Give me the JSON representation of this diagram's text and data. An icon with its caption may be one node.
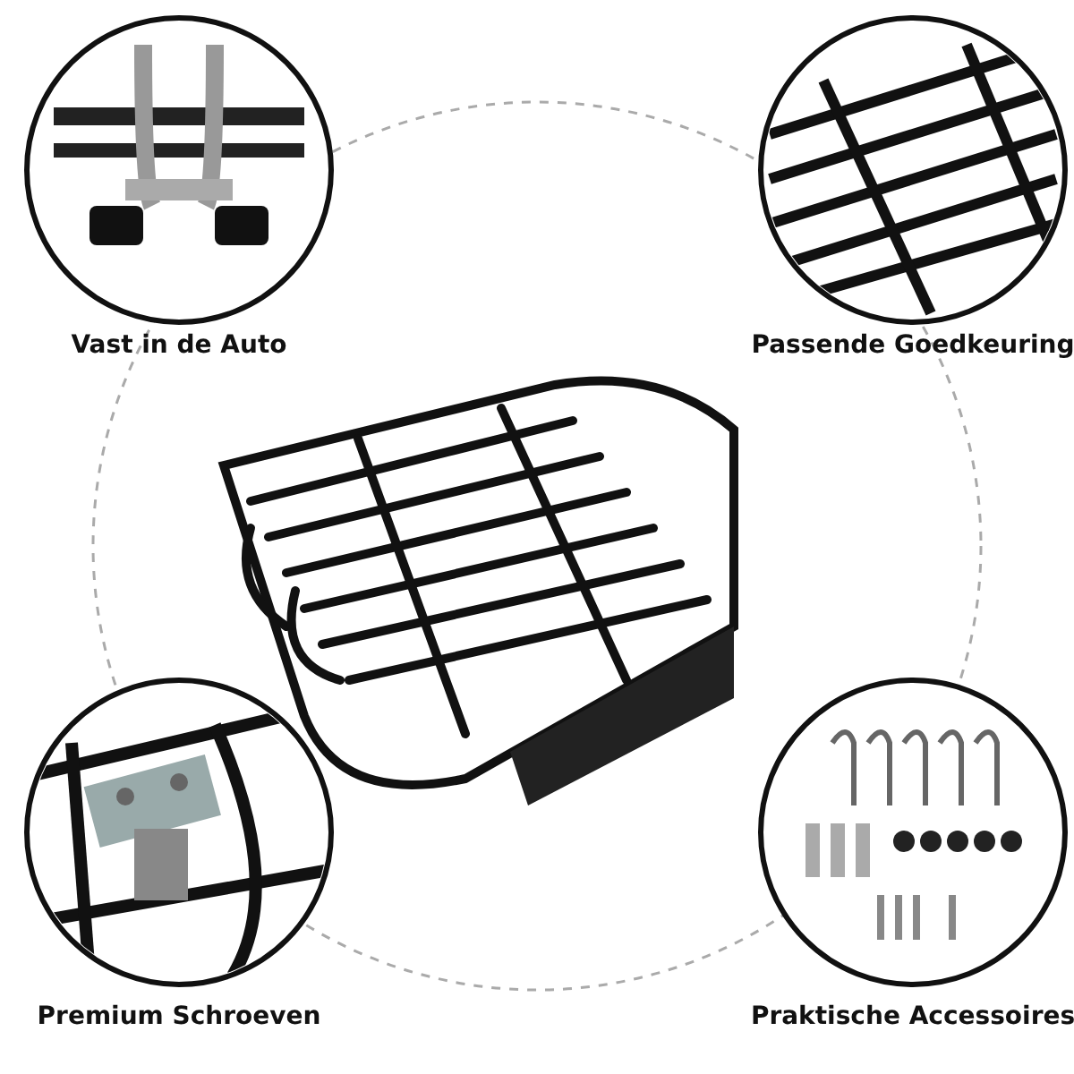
{
  "diagram": {
    "nodes": [
      {
        "text": [
          "Vast in de Auto"
        ]
      },
      {
        "text": [
          "Passende Goedkeuring"
        ]
      },
      {
        "text": [],
        "shape": "picture"
      },
      {
        "text": [
          "Premium Schroeven"
        ]
      },
      {
        "text": [
          "Praktische Accessoires"
        ]
      }
    ]
  }
}
